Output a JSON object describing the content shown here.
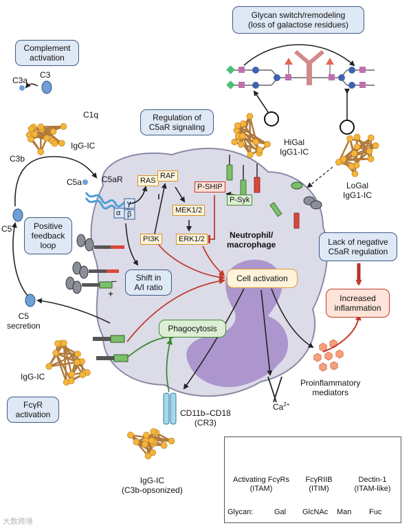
{
  "boxes": {
    "glycan_switch": [
      "Glycan switch/remodeling",
      "(loss of galactose residues)"
    ],
    "complement": [
      "Complement",
      "activation"
    ],
    "c5ar_reg": [
      "Regulation of",
      "C5aR signaling"
    ],
    "feedback": [
      "Positive",
      "feedback",
      "loop"
    ],
    "shift": [
      "Shift in",
      "A/I ratio"
    ],
    "lack_neg": [
      "Lack of negative",
      "C5aR regulation"
    ],
    "increased": [
      "Increased",
      "inflammation"
    ],
    "phagocytosis": "Phagocytosis",
    "cell_activation": "Cell activation",
    "fcgr_activation": [
      "FcγR",
      "activation"
    ]
  },
  "signaling": {
    "ras": "RAS",
    "raf": "RAF",
    "mek": "MEK1/2",
    "erk": "ERK1/2",
    "pi3k": "PI3K",
    "pship": "P-SHIP",
    "psyk": "P-Syk",
    "alpha": "α",
    "beta": "β",
    "gamma": "γ"
  },
  "labels": {
    "c3": "C3",
    "c3a": "C3a",
    "c1q": "C1q",
    "c3b": "C3b",
    "igg_ic_top": "IgG-IC",
    "c5a": "C5a",
    "c5ar": "C5aR",
    "c5": "C5",
    "c5_secretion": [
      "C5",
      "secretion"
    ],
    "neutrophil": [
      "Neutrophil/",
      "macrophage"
    ],
    "higal": [
      "HiGal",
      "IgG1-IC"
    ],
    "logal": [
      "LoGal",
      "IgG1-IC"
    ],
    "igg_ic_left": "IgG-IC",
    "cd11b": [
      "CD11b–CD18",
      "(CR3)"
    ],
    "igg_ic_bottom": [
      "IgG-IC",
      "(C3b-opsonized)"
    ],
    "proinflam": [
      "Proinflammatory",
      "mediators"
    ],
    "ca": "Ca",
    "ca_sup": "2+",
    "minus": "−",
    "plus": "+"
  },
  "legend": {
    "activating": [
      "Activating FcγRs",
      "(ITAM)"
    ],
    "fcgriib": [
      "FcγRIIB",
      "(ITIM)"
    ],
    "dectin": [
      "Dectin-1",
      "(ITAM-like)"
    ],
    "glycan_label": "Glycan:",
    "gal": "Gal",
    "glcnac": "GlcNAc",
    "man": "Man",
    "fuc": "Fuc"
  },
  "watermark": "大数跨境",
  "colors": {
    "cell_fill": "#d9d8e6",
    "cell_stroke": "#8a89a6",
    "nucleus": "#9d86c2",
    "complex": "#b07a3c",
    "gold_node": "#f5b43a",
    "antibody_gray": "#8a8f9a",
    "green_receptor": "#7bbf6b",
    "red_receptor": "#d9473b",
    "blue_mol": "#6f9fd6",
    "arrow_red": "#c0392b",
    "arrow_green": "#3c8a2e",
    "gal": "#4bbf78",
    "glcnac": "#c06fae",
    "man": "#3d62b0",
    "fuc": "#e06a52"
  }
}
